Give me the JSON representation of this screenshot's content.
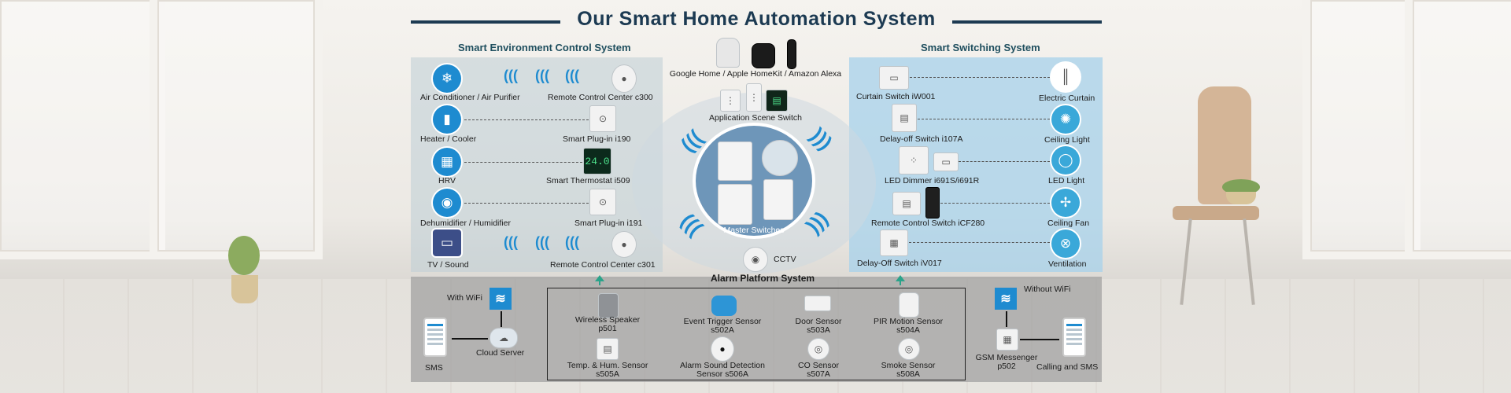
{
  "title": "Our Smart Home Automation System",
  "left": {
    "heading": "Smart Environment Control System",
    "rows": [
      {
        "left_label": "Air Conditioner / Air Purifier",
        "right_label": "Remote Control Center c300"
      },
      {
        "left_label": "Heater / Cooler",
        "right_label": "Smart Plug-in i190"
      },
      {
        "left_label": "HRV",
        "right_label": "Smart Thermostat i509"
      },
      {
        "left_label": "Dehumidifier / Humidifier",
        "right_label": "Smart Plug-in i191"
      },
      {
        "left_label": "TV / Sound",
        "right_label": "Remote Control Center c301"
      }
    ]
  },
  "center": {
    "voice": "Google Home / Apple HomeKit / Amazon Alexa",
    "scene": "Application Scene Switch",
    "master": "Master Switches",
    "cctv": "CCTV",
    "display_reading": "24.0"
  },
  "right": {
    "heading": "Smart Switching System",
    "rows": [
      {
        "left_label": "Curtain Switch iW001",
        "right_label": "Electric Curtain"
      },
      {
        "left_label": "Delay-off Switch i107A",
        "right_label": "Ceiling Light"
      },
      {
        "left_label": "LED Dimmer i691S/i691R",
        "right_label": "LED Light"
      },
      {
        "left_label": "Remote Control Switch iCF280",
        "right_label": "Ceiling Fan"
      },
      {
        "left_label": "Delay-Off Switch iV017",
        "right_label": "Ventilation"
      }
    ]
  },
  "bottom": {
    "alarm_heading": "Alarm Platform System",
    "with_wifi": "With WiFi",
    "without_wifi": "Without WiFi",
    "cloud_server": "Cloud Server",
    "sms": "SMS",
    "gsm": {
      "line1": "GSM Messenger",
      "line2": "p502"
    },
    "calling_sms": "Calling and SMS",
    "sensors": [
      {
        "line1": "Wireless Speaker",
        "line2": "p501"
      },
      {
        "line1": "Event Trigger Sensor",
        "line2": "s502A"
      },
      {
        "line1": "Door Sensor",
        "line2": "s503A"
      },
      {
        "line1": "PIR Motion Sensor",
        "line2": "s504A"
      },
      {
        "line1": "Temp. & Hum. Sensor",
        "line2": "s505A"
      },
      {
        "line1": "Alarm Sound Detection",
        "line2": "Sensor s506A"
      },
      {
        "line1": "CO Sensor",
        "line2": "s507A"
      },
      {
        "line1": "Smoke Sensor",
        "line2": "s508A"
      }
    ]
  },
  "colors": {
    "accent": "#1e8bd0",
    "title": "#1c3a52",
    "arrow": "#2aa38a"
  },
  "icons": [
    "air-conditioner-icon",
    "heater-icon",
    "hrv-icon",
    "humidifier-icon",
    "tv-icon",
    "wifi-icon",
    "cloud-icon",
    "phone-icon",
    "curtain-icon",
    "ceiling-light-icon",
    "led-light-icon",
    "ceiling-fan-icon",
    "ventilation-icon"
  ]
}
